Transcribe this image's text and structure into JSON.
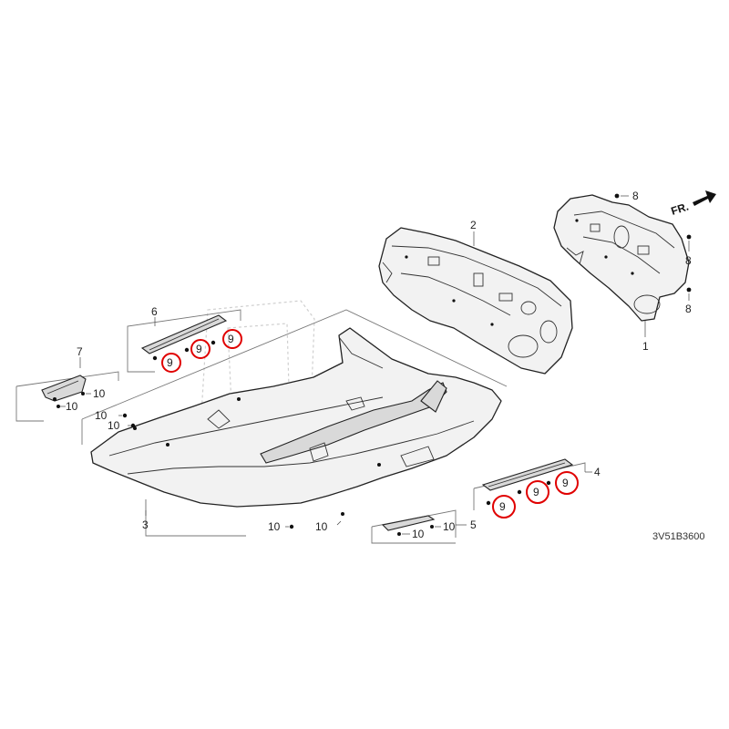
{
  "diagram": {
    "direction_label": "FR.",
    "diagram_code": "3V51B3600",
    "callouts": {
      "p1": "1",
      "p2": "2",
      "p3": "3",
      "p4": "4",
      "p5": "5",
      "p6": "6",
      "p7": "7",
      "f8": "8",
      "f9": "9",
      "f10": "10"
    },
    "highlight_color": "#e00000"
  }
}
